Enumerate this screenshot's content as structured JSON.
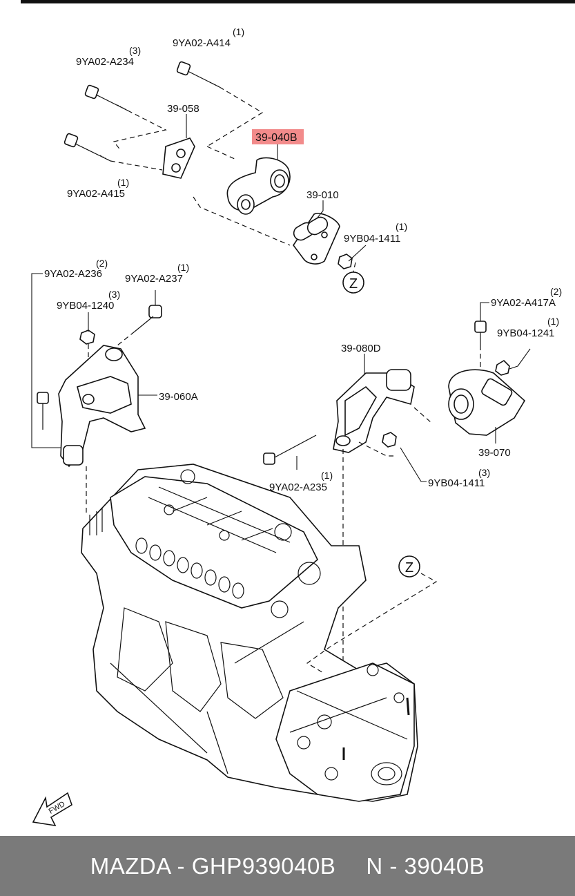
{
  "diagram": {
    "highlight_color": "#f28b8b",
    "labels": {
      "p_9ya02_a414": {
        "code": "9YA02-A414",
        "qty": "(1)"
      },
      "p_9ya02_a234": {
        "code": "9YA02-A234",
        "qty": "(3)"
      },
      "p_39_058": {
        "code": "39-058"
      },
      "p_39_040b": {
        "code": "39-040B"
      },
      "p_9ya02_a415": {
        "code": "9YA02-A415",
        "qty": "(1)"
      },
      "p_39_010": {
        "code": "39-010"
      },
      "p_9yb04_1411_top": {
        "code": "9YB04-1411",
        "qty": "(1)"
      },
      "p_9ya02_a236": {
        "code": "9YA02-A236",
        "qty": "(2)"
      },
      "p_9ya02_a237": {
        "code": "9YA02-A237",
        "qty": "(1)"
      },
      "p_9yb04_1240": {
        "code": "9YB04-1240",
        "qty": "(3)"
      },
      "p_39_060a": {
        "code": "39-060A"
      },
      "p_39_080d": {
        "code": "39-080D"
      },
      "p_9ya02_a417a": {
        "code": "9YA02-A417A",
        "qty": "(2)"
      },
      "p_9yb04_1241": {
        "code": "9YB04-1241",
        "qty": "(1)"
      },
      "p_39_070": {
        "code": "39-070"
      },
      "p_9ya02_a235": {
        "code": "9YA02-A235",
        "qty": "(1)"
      },
      "p_9yb04_1411_bot": {
        "code": "9YB04-1411",
        "qty": "(3)"
      }
    },
    "view_markers": [
      "Z",
      "Z"
    ],
    "fwd_label": "FWD"
  },
  "footer": {
    "brand_part": "MAZDA - GHP939040B",
    "alt_part": "N - 39040B",
    "background": "#7a7a7a"
  }
}
